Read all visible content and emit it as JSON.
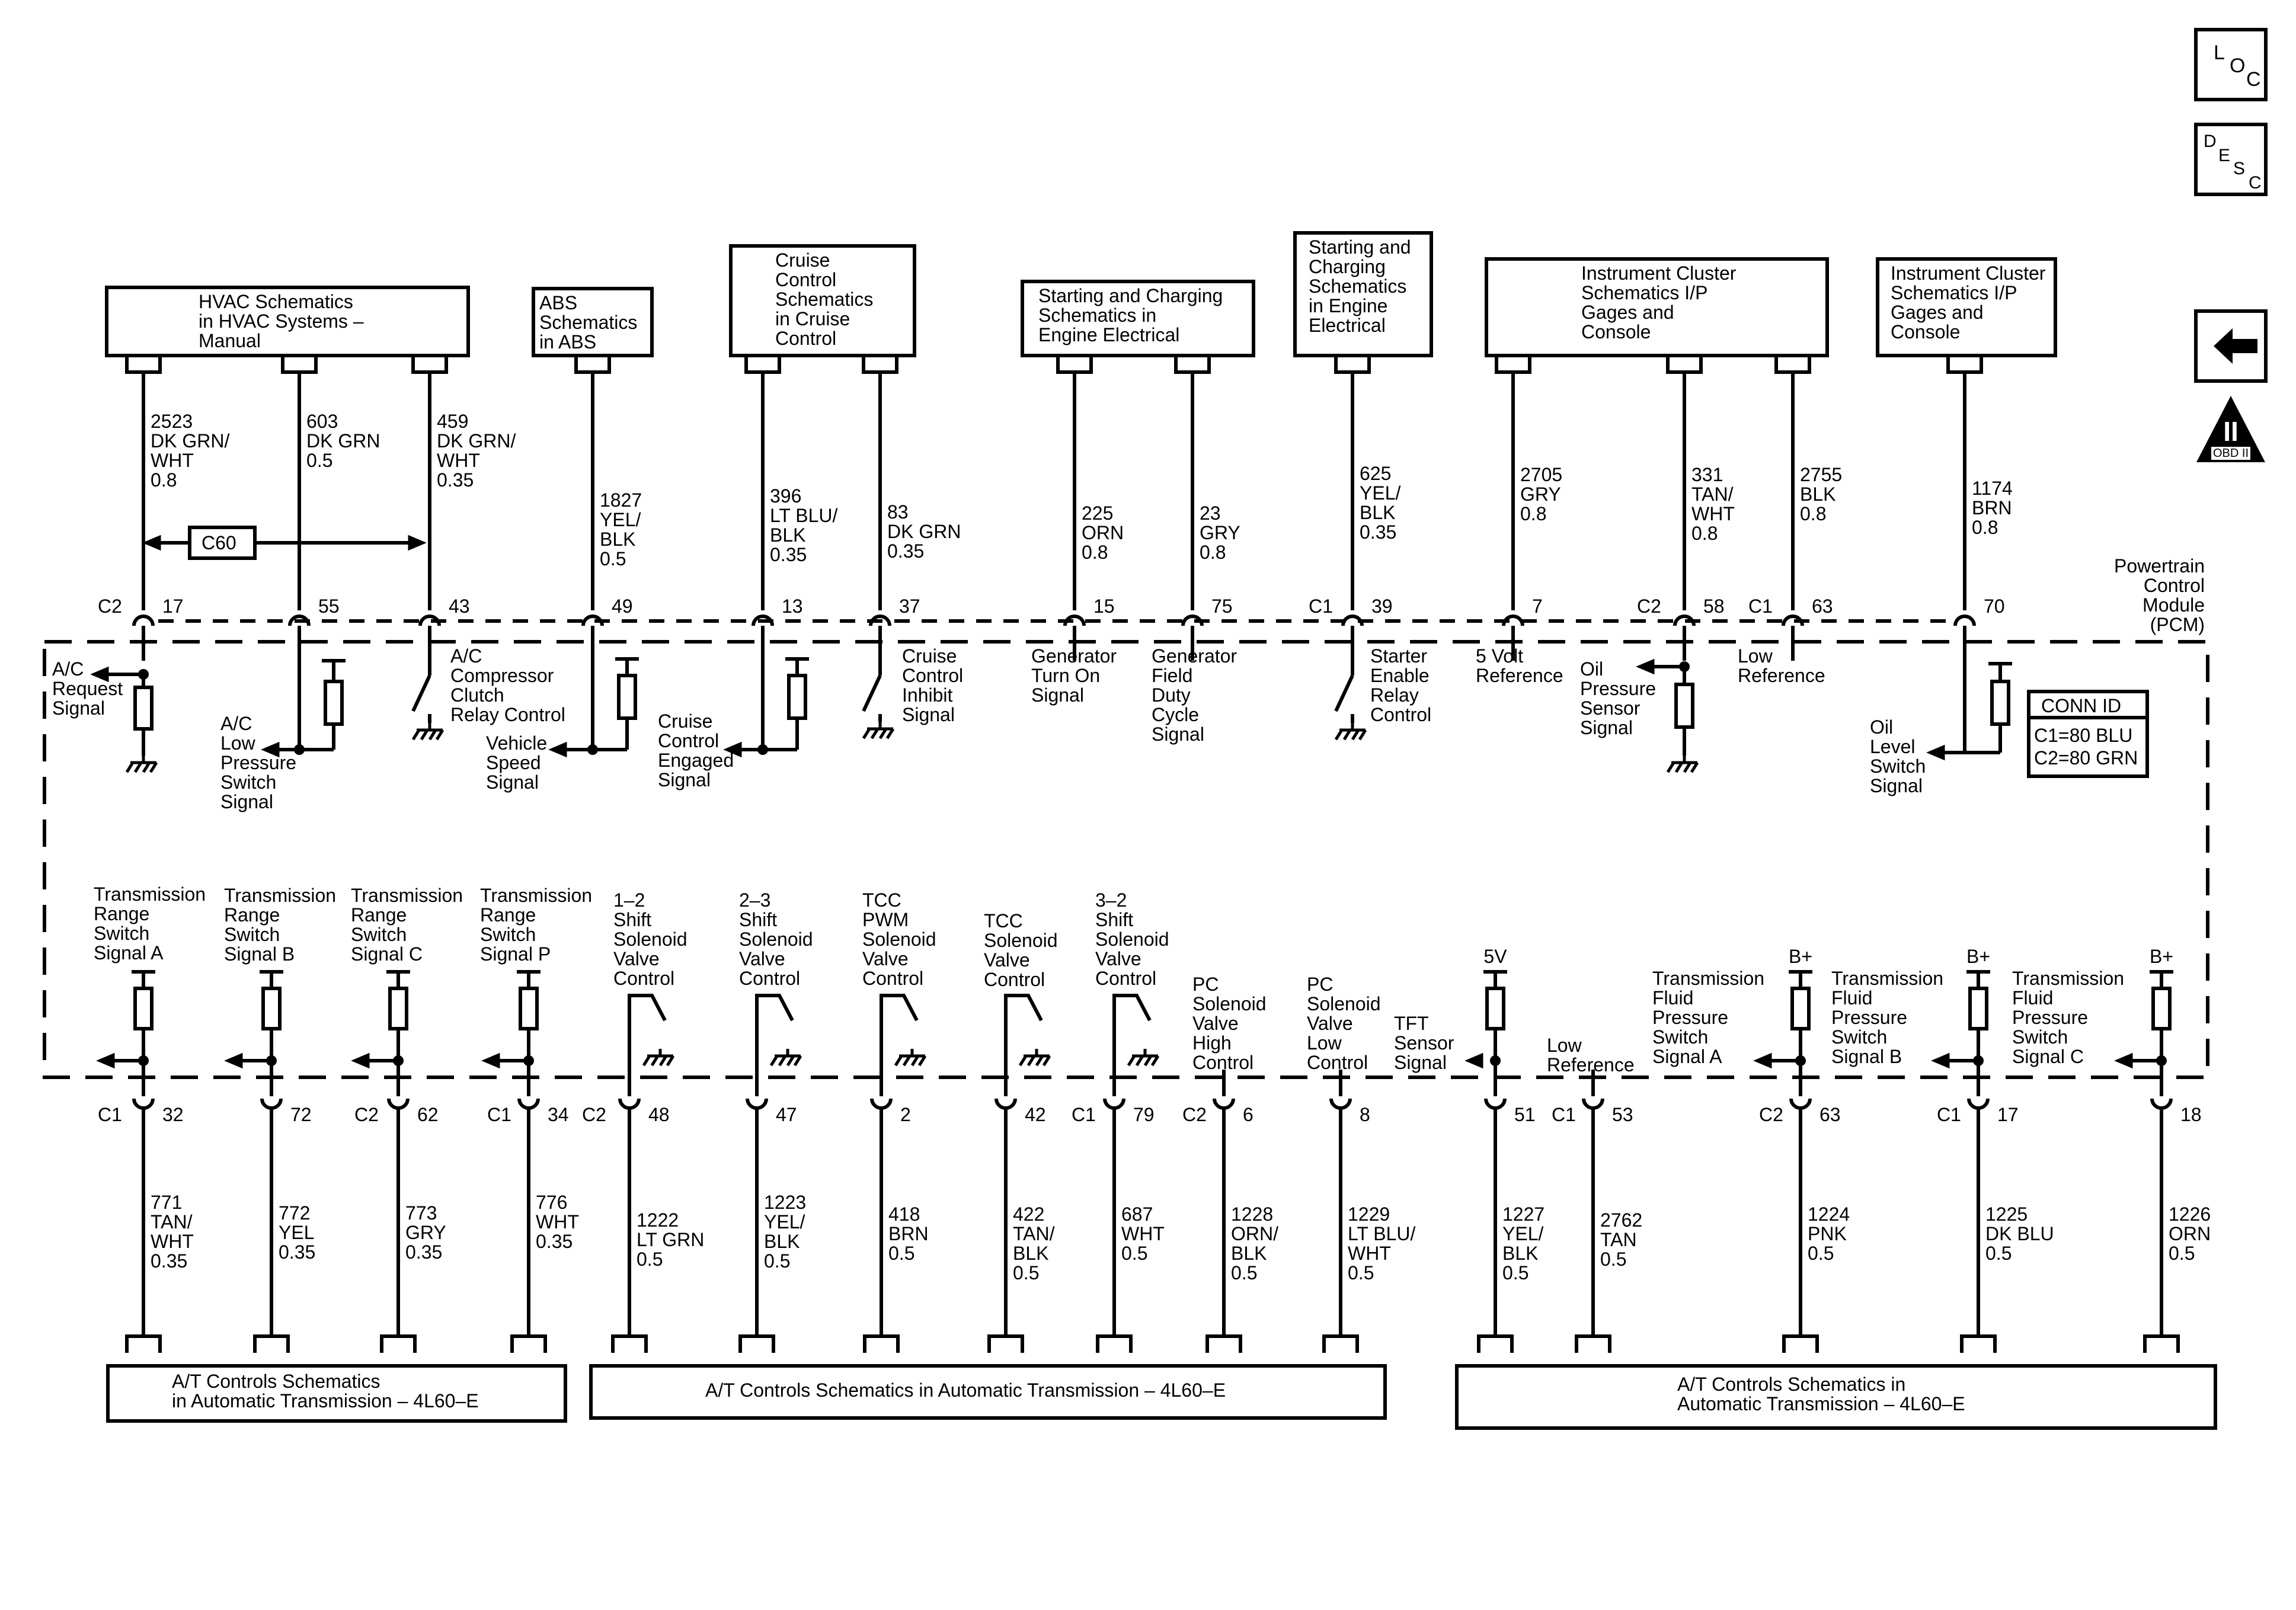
{
  "side_icons": {
    "loc": [
      "L",
      "O",
      "C"
    ],
    "desc": [
      "D",
      "E",
      "S",
      "C"
    ],
    "obd_label": "OBD II",
    "obd_numeral": "II"
  },
  "module": {
    "label": [
      "Powertrain",
      "Control",
      "Module",
      "(PCM)"
    ],
    "conn_id": [
      "CONN ID",
      "C1=80 BLU",
      "C2=80 GRN"
    ]
  },
  "top_boxes": [
    {
      "id": "hvac",
      "lines": [
        "HVAC Schematics",
        "in HVAC Systems –",
        "Manual"
      ]
    },
    {
      "id": "abs",
      "lines": [
        "ABS",
        "Schematics",
        "in ABS"
      ]
    },
    {
      "id": "cruise",
      "lines": [
        "Cruise",
        "Control",
        "Schematics",
        "in Cruise",
        "Control"
      ]
    },
    {
      "id": "charging",
      "lines": [
        "Starting and Charging",
        "Schematics in",
        "Engine Electrical"
      ]
    },
    {
      "id": "starting",
      "lines": [
        "Starting and",
        "Charging",
        "Schematics",
        "in Engine",
        "Electrical"
      ]
    },
    {
      "id": "cluster1",
      "lines": [
        "Instrument Cluster",
        "Schematics I/P",
        "Gages and",
        "Console"
      ]
    },
    {
      "id": "cluster2",
      "lines": [
        "Instrument Cluster",
        "Schematics I/P",
        "Gages and",
        "Console"
      ]
    }
  ],
  "top_connector_marks": [
    "C2",
    "C1",
    "C2",
    "C1"
  ],
  "top_pins": [
    {
      "pin": "17",
      "wire": [
        "2523",
        "DK GRN/",
        "WHT",
        "0.8"
      ],
      "signal": [
        "A/C",
        "Request",
        "Signal"
      ]
    },
    {
      "pin": "55",
      "wire": [
        "603",
        "DK GRN",
        "0.5"
      ],
      "signal": [
        "A/C",
        "Low",
        "Pressure",
        "Switch",
        "Signal"
      ]
    },
    {
      "pin": "43",
      "wire": [
        "459",
        "DK GRN/",
        "WHT",
        "0.35"
      ],
      "signal": [
        "A/C",
        "Compressor",
        "Clutch",
        "Relay Control"
      ]
    },
    {
      "pin": "49",
      "wire": [
        "1827",
        "YEL/",
        "BLK",
        "0.5"
      ],
      "signal": [
        "Vehicle",
        "Speed",
        "Signal"
      ]
    },
    {
      "pin": "13",
      "wire": [
        "396",
        "LT BLU/",
        "BLK",
        "0.35"
      ],
      "signal": [
        "Cruise",
        "Control",
        "Engaged",
        "Signal"
      ]
    },
    {
      "pin": "37",
      "wire": [
        "83",
        "DK GRN",
        "0.35"
      ],
      "signal": [
        "Cruise",
        "Control",
        "Inhibit",
        "Signal"
      ]
    },
    {
      "pin": "15",
      "wire": [
        "225",
        "ORN",
        "0.8"
      ],
      "signal": [
        "Generator",
        "Turn On",
        "Signal"
      ]
    },
    {
      "pin": "75",
      "wire": [
        "23",
        "GRY",
        "0.8"
      ],
      "signal": [
        "Generator",
        "Field",
        "Duty",
        "Cycle",
        "Signal"
      ]
    },
    {
      "pin": "39",
      "wire": [
        "625",
        "YEL/",
        "BLK",
        "0.35"
      ],
      "signal": [
        "Starter",
        "Enable",
        "Relay",
        "Control"
      ]
    },
    {
      "pin": "7",
      "wire": [
        "2705",
        "GRY",
        "0.8"
      ],
      "signal": [
        "5 Volt",
        "Reference"
      ]
    },
    {
      "pin": "58",
      "wire": [
        "331",
        "TAN/",
        "WHT",
        "0.8"
      ],
      "signal": [
        "Oil",
        "Pressure",
        "Sensor",
        "Signal"
      ]
    },
    {
      "pin": "63",
      "wire": [
        "2755",
        "BLK",
        "0.8"
      ],
      "signal": [
        "Low",
        "Reference"
      ]
    },
    {
      "pin": "70",
      "wire": [
        "1174",
        "BRN",
        "0.8"
      ],
      "signal": [
        "Oil",
        "Level",
        "Switch",
        "Signal"
      ]
    }
  ],
  "c60_label": "C60",
  "bottom_connector_marks": [
    "C1",
    "C2",
    "C1",
    "C2",
    "C1",
    "C2",
    "C1",
    "C2",
    "C1"
  ],
  "bottom_pins": [
    {
      "pin": "32",
      "wire": [
        "771",
        "TAN/",
        "WHT",
        "0.35"
      ],
      "signal": [
        "Transmission",
        "Range",
        "Switch",
        "Signal A"
      ]
    },
    {
      "pin": "72",
      "wire": [
        "772",
        "YEL",
        "0.35"
      ],
      "signal": [
        "Transmission",
        "Range",
        "Switch",
        "Signal B"
      ]
    },
    {
      "pin": "62",
      "wire": [
        "773",
        "GRY",
        "0.35"
      ],
      "signal": [
        "Transmission",
        "Range",
        "Switch",
        "Signal C"
      ]
    },
    {
      "pin": "34",
      "wire": [
        "776",
        "WHT",
        "0.35"
      ],
      "signal": [
        "Transmission",
        "Range",
        "Switch",
        "Signal P"
      ]
    },
    {
      "pin": "48",
      "wire": [
        "1222",
        "LT GRN",
        "0.5"
      ],
      "signal": [
        "1–2",
        "Shift",
        "Solenoid",
        "Valve",
        "Control"
      ]
    },
    {
      "pin": "47",
      "wire": [
        "1223",
        "YEL/",
        "BLK",
        "0.5"
      ],
      "signal": [
        "2–3",
        "Shift",
        "Solenoid",
        "Valve",
        "Control"
      ]
    },
    {
      "pin": "2",
      "wire": [
        "418",
        "BRN",
        "0.5"
      ],
      "signal": [
        "TCC",
        "PWM",
        "Solenoid",
        "Valve",
        "Control"
      ]
    },
    {
      "pin": "42",
      "wire": [
        "422",
        "TAN/",
        "BLK",
        "0.5"
      ],
      "signal": [
        "TCC",
        "Solenoid",
        "Valve",
        "Control"
      ]
    },
    {
      "pin": "79",
      "wire": [
        "687",
        "WHT",
        "0.5"
      ],
      "signal": [
        "3–2",
        "Shift",
        "Solenoid",
        "Valve",
        "Control"
      ]
    },
    {
      "pin": "6",
      "wire": [
        "1228",
        "ORN/",
        "BLK",
        "0.5"
      ],
      "signal": [
        "PC",
        "Solenoid",
        "Valve",
        "High",
        "Control"
      ]
    },
    {
      "pin": "8",
      "wire": [
        "1229",
        "LT BLU/",
        "WHT",
        "0.5"
      ],
      "signal": [
        "PC",
        "Solenoid",
        "Valve",
        "Low",
        "Control"
      ]
    },
    {
      "pin": "51",
      "wire": [
        "1227",
        "YEL/",
        "BLK",
        "0.5"
      ],
      "signal": [
        "TFT",
        "Sensor",
        "Signal"
      ],
      "supply": "5V"
    },
    {
      "pin": "53",
      "wire": [
        "2762",
        "TAN",
        "0.5"
      ],
      "signal": [
        "Low",
        "Reference"
      ]
    },
    {
      "pin": "63",
      "wire": [
        "1224",
        "PNK",
        "0.5"
      ],
      "signal": [
        "Transmission",
        "Fluid",
        "Pressure",
        "Switch",
        "Signal A"
      ],
      "supply": "B+"
    },
    {
      "pin": "17",
      "wire": [
        "1225",
        "DK BLU",
        "0.5"
      ],
      "signal": [
        "Transmission",
        "Fluid",
        "Pressure",
        "Switch",
        "Signal B"
      ],
      "supply": "B+"
    },
    {
      "pin": "18",
      "wire": [
        "1226",
        "ORN",
        "0.5"
      ],
      "signal": [
        "Transmission",
        "Fluid",
        "Pressure",
        "Switch",
        "Signal C"
      ],
      "supply": "B+"
    }
  ],
  "bottom_boxes": [
    {
      "id": "at1",
      "lines": [
        "A/T Controls Schematics",
        "in Automatic Transmission – 4L60–E"
      ]
    },
    {
      "id": "at2",
      "lines": [
        "A/T Controls Schematics in Automatic Transmission – 4L60–E"
      ]
    },
    {
      "id": "at3",
      "lines": [
        "A/T Controls Schematics in",
        "Automatic Transmission – 4L60–E"
      ]
    }
  ]
}
